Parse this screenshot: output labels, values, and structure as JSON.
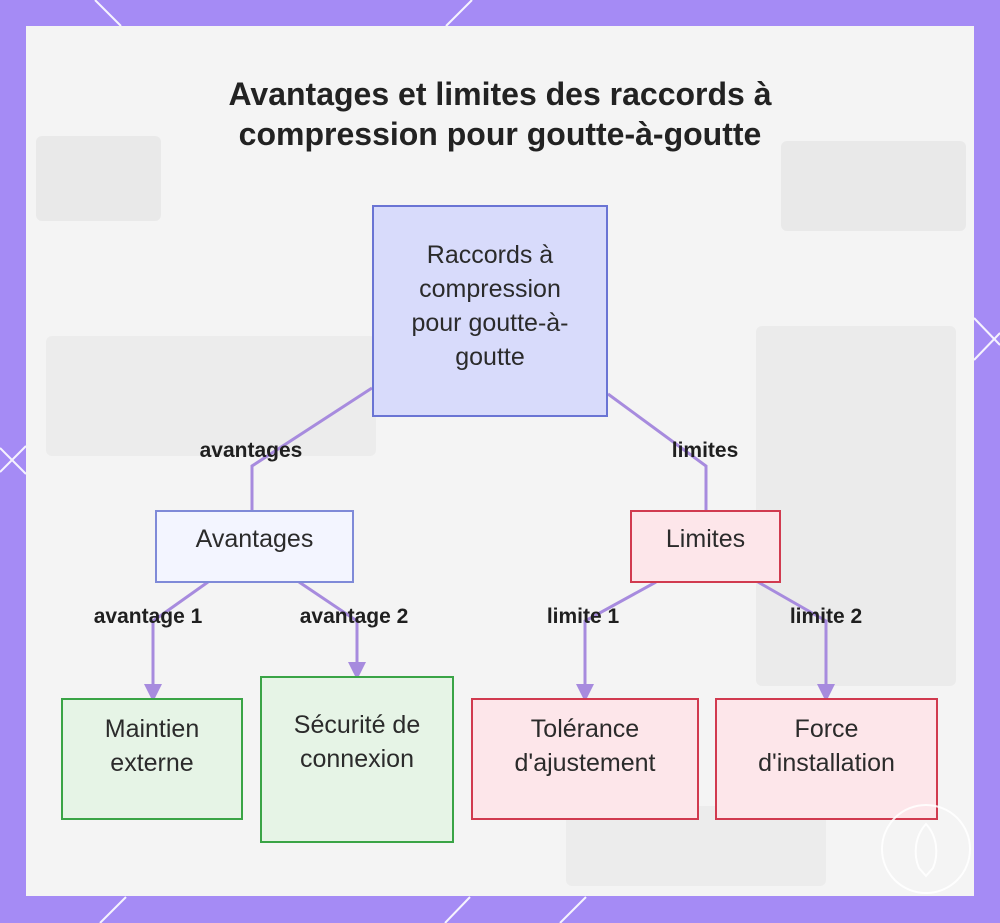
{
  "diagram": {
    "title_line1": "Avantages et limites des raccords à",
    "title_line2": "compression pour goutte-à-goutte",
    "nodes": {
      "root": "Raccords à compression pour goutte-à-goutte",
      "avantages": "Avantages",
      "limites": "Limites",
      "maintien": "Maintien externe",
      "securite": "Sécurité de connexion",
      "tolerance": "Tolérance d'ajustement",
      "force": "Force d'installation"
    },
    "edge_labels": {
      "avantages": "avantages",
      "limites": "limites",
      "avantage1": "avantage 1",
      "avantage2": "avantage 2",
      "limite1": "limite 1",
      "limite2": "limite 2"
    },
    "colors": {
      "frame": "#a58bf5",
      "edge": "#a78bde",
      "root_fill": "#d8dbfb",
      "advantage_fill": "#f3f5ff",
      "limit_fill": "#fde6ea",
      "leaf_green_fill": "#e6f4e6",
      "leaf_red_fill": "#fde6ea"
    }
  }
}
